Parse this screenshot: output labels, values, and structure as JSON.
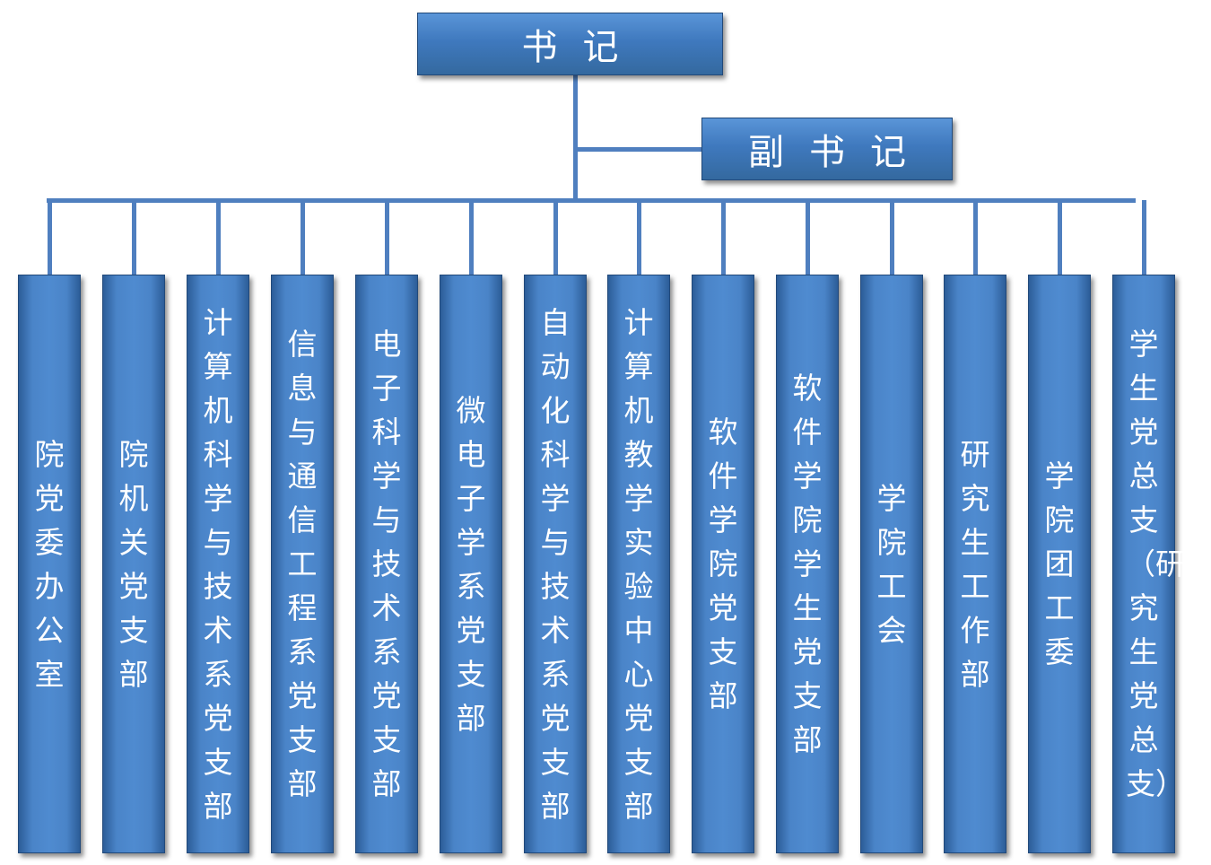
{
  "secretary": "书记",
  "deputy_secretary": "副书记",
  "units": [
    "院党委办公室",
    "院机关党支部",
    "计算机科学与技术系党支部",
    "信息与通信工程系党支部",
    "电子科学与技术系党支部",
    "微电子学系党支部",
    "自动化科学与技术系党支部",
    "计算机教学实验中心党支部",
    "软件学院党支部",
    "软件学院学生党支部",
    "学院工会",
    "研究生工作部",
    "学院团工委",
    "学生党总支（研究生党总支）"
  ]
}
